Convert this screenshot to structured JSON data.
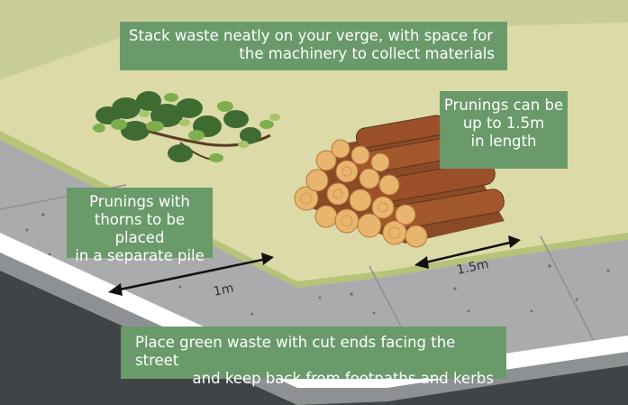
{
  "callouts": {
    "top": {
      "line1": "Stack waste neatly on your verge, with space for",
      "line2": "the machinery to collect materials"
    },
    "right": {
      "line1": "Prunings can be",
      "line2": "up to 1.5m",
      "line3": "in length"
    },
    "left": {
      "line1": "Prunings with",
      "line2": "thorns to be placed",
      "line3": "in a separate pile"
    },
    "bottom": {
      "line1": "Place green waste with cut ends facing the street",
      "line2": "and keep back from footpaths and kerbs"
    }
  },
  "measurements": {
    "short": "1m",
    "long": "1.5m"
  },
  "colors": {
    "lawn": "#dedcaa",
    "lawn_edge": "#c3c784",
    "footpath": "#a8aaac",
    "kerb": "#8a8d90",
    "road": "#3d4246",
    "callout_green": "#6a9a6a",
    "log_brown": "#a0522d"
  }
}
